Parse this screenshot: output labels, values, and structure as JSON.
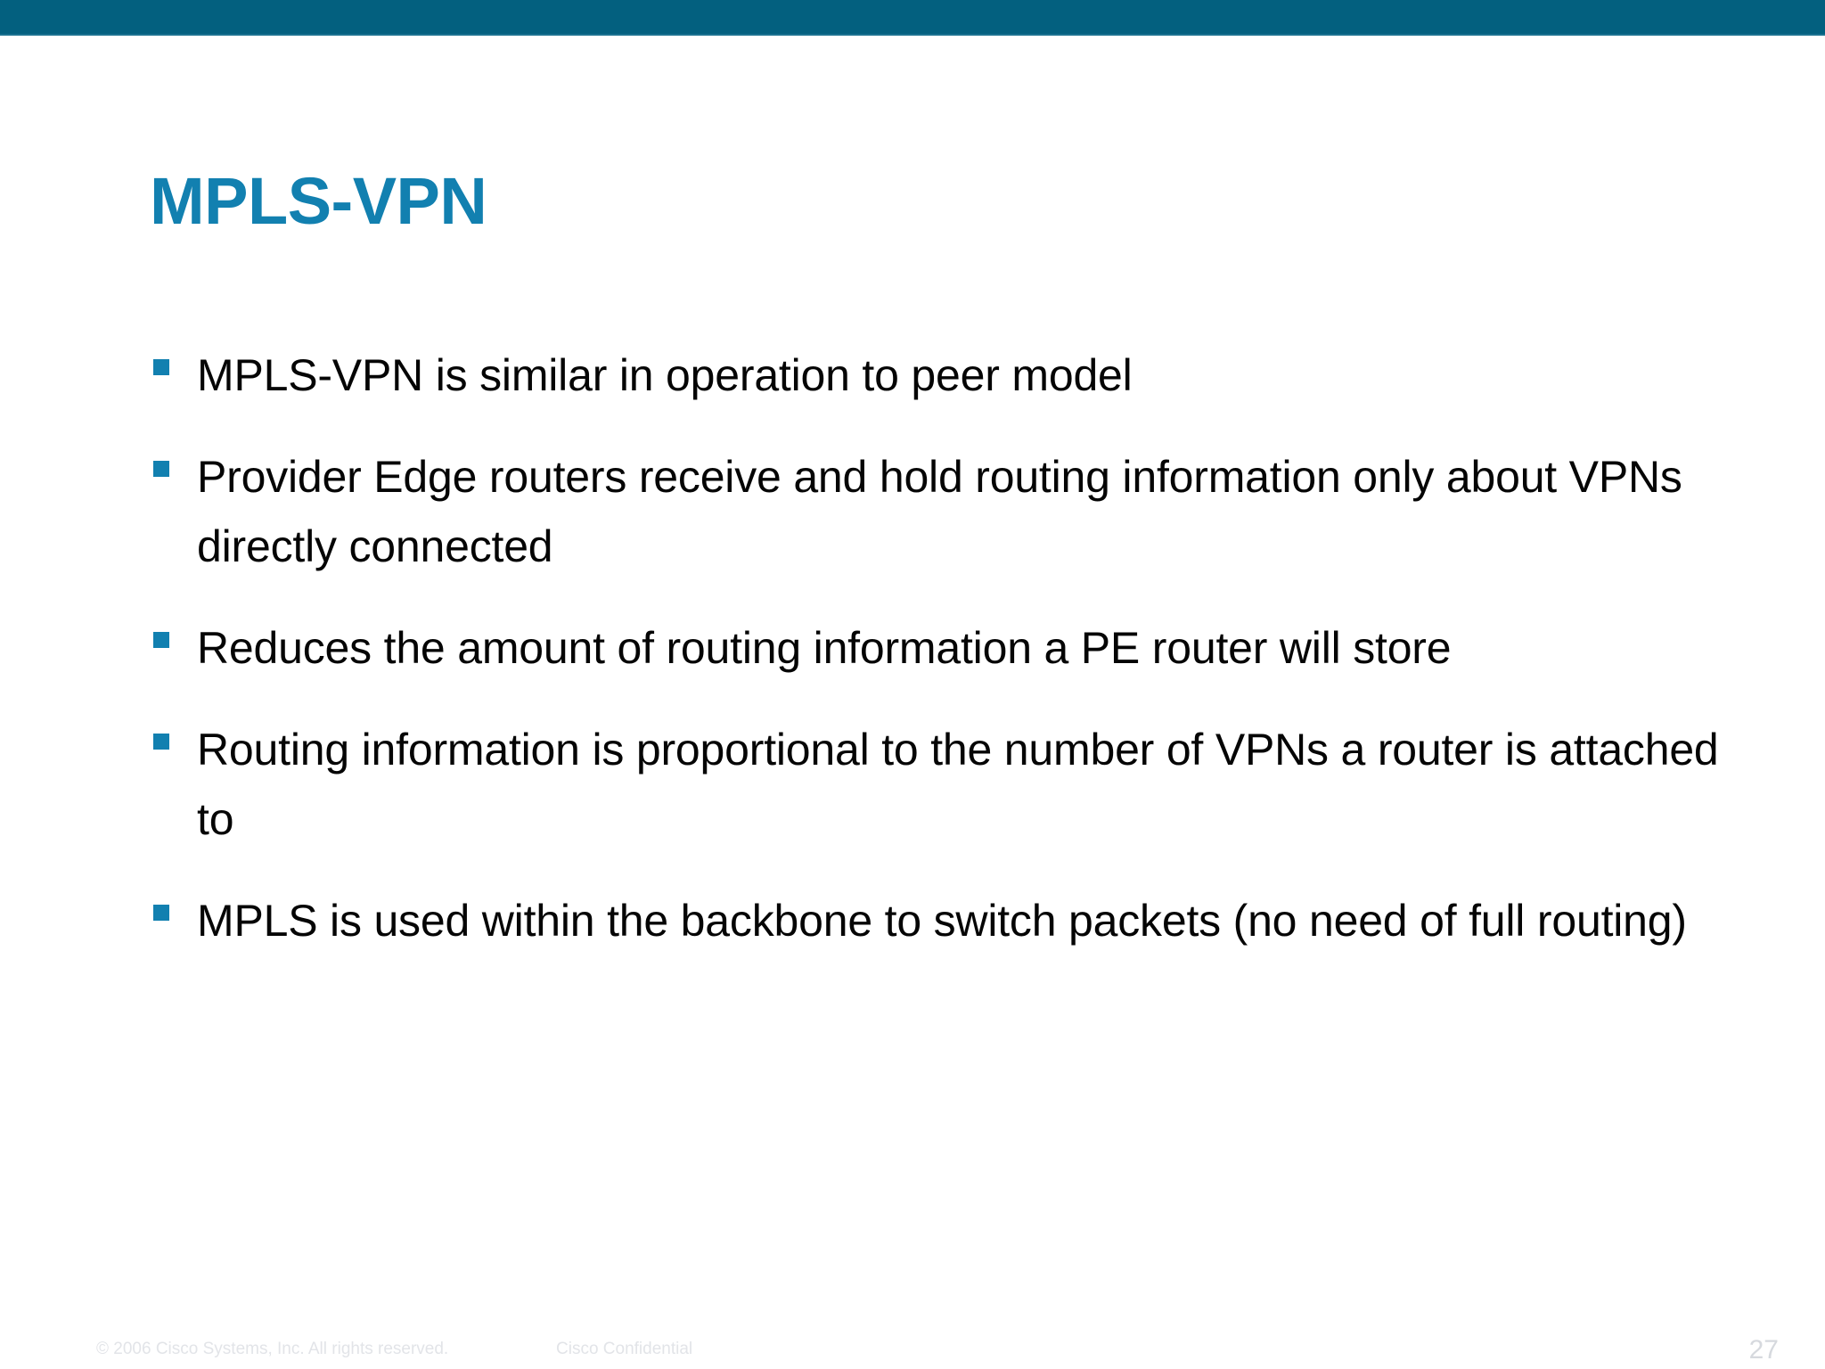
{
  "slide": {
    "title": "MPLS-VPN",
    "accent_color": "#1280B0",
    "band_color": "#03607F",
    "background_color": "#FFFFFF",
    "body_text_color": "#050505",
    "footer_text_color": "#E2E4E8"
  },
  "bullets": [
    {
      "text": "MPLS-VPN is similar in operation to peer model"
    },
    {
      "text": "Provider Edge routers receive and hold routing information only about VPNs directly connected"
    },
    {
      "text": "Reduces the amount of routing information a PE router will store"
    },
    {
      "text": "Routing information is proportional to the number of VPNs a router is attached to"
    },
    {
      "text": "MPLS is used within the backbone to switch packets (no need of full routing)"
    }
  ],
  "footer": {
    "copyright": "© 2006 Cisco Systems, Inc. All rights reserved.",
    "confidential": "Cisco Confidential",
    "page_number": "27"
  }
}
